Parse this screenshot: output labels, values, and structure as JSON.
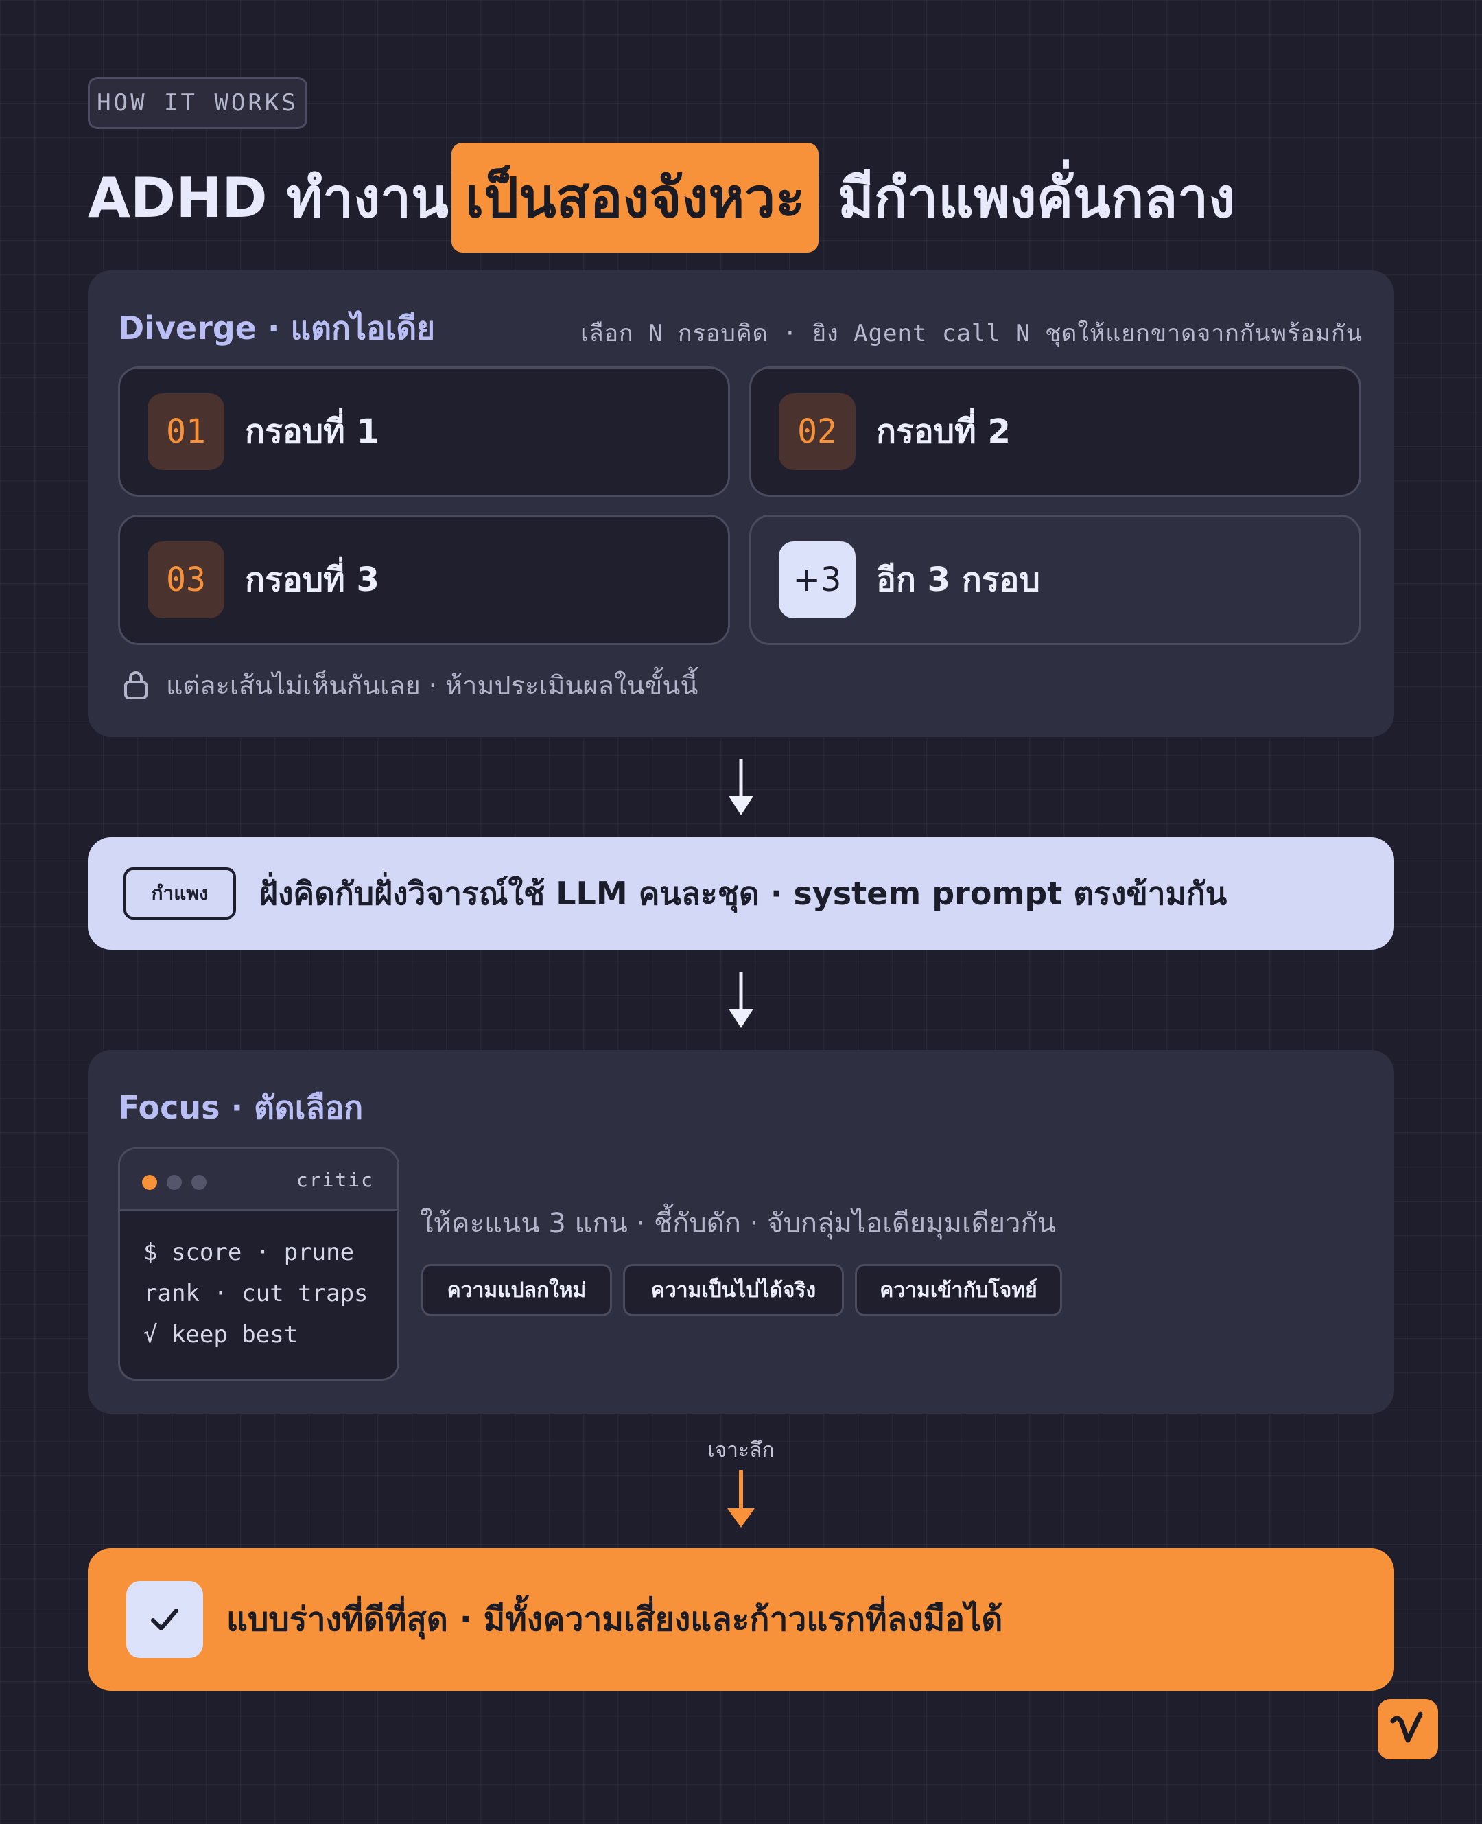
{
  "eyebrow": "HOW IT WORKS",
  "title": {
    "before": "ADHD ทำงาน",
    "highlight": "เป็นสองจังหวะ",
    "after": "มีกำแพงคั่นกลาง"
  },
  "diverge": {
    "heading": "Diverge · แตกไอเดีย",
    "note": "เลือก N กรอบคิด · ยิง Agent call N ชุดให้แยกขาดจากกันพร้อมกัน",
    "cards": [
      {
        "num": "01",
        "label": "กรอบที่ 1"
      },
      {
        "num": "02",
        "label": "กรอบที่ 2"
      },
      {
        "num": "03",
        "label": "กรอบที่ 3"
      },
      {
        "num": "+3",
        "label": "อีก 3 กรอบ"
      }
    ],
    "footer": "แต่ละเส้นไม่เห็นกันเลย · ห้ามประเมินผลในขั้นนี้"
  },
  "wall": {
    "badge": "กำแพง",
    "text": "ฝั่งคิดกับฝั่งวิจารณ์ใช้ LLM คนละชุด · system prompt ตรงข้ามกัน"
  },
  "focus": {
    "heading": "Focus · ตัดเลือก",
    "terminal": {
      "title": "critic",
      "lines": [
        "$ score · prune",
        "rank · cut traps",
        "√ keep best"
      ]
    },
    "description": "ให้คะแนน 3 แกน · ชี้กับดัก · จับกลุ่มไอเดียมุมเดียวกัน",
    "chips": [
      "ความแปลกใหม่",
      "ความเป็นไปได้จริง",
      "ความเข้ากับโจทย์"
    ]
  },
  "deep_label": "เจาะลึก",
  "result": {
    "text": "แบบร่างที่ดีที่สุด · มีทั้งความเสี่ยงและก้าวแรกที่ลงมือได้"
  },
  "colors": {
    "background": "#1e1e2d",
    "panel": "#2f2f42",
    "accent_orange": "#f7923a",
    "lavender": "#d2d8f6",
    "heading_lavender": "#b9bff5"
  },
  "icons": {
    "lock": "lock-icon",
    "arrow": "arrow-down-icon",
    "check": "check-icon",
    "logo": "v-logo-icon"
  }
}
